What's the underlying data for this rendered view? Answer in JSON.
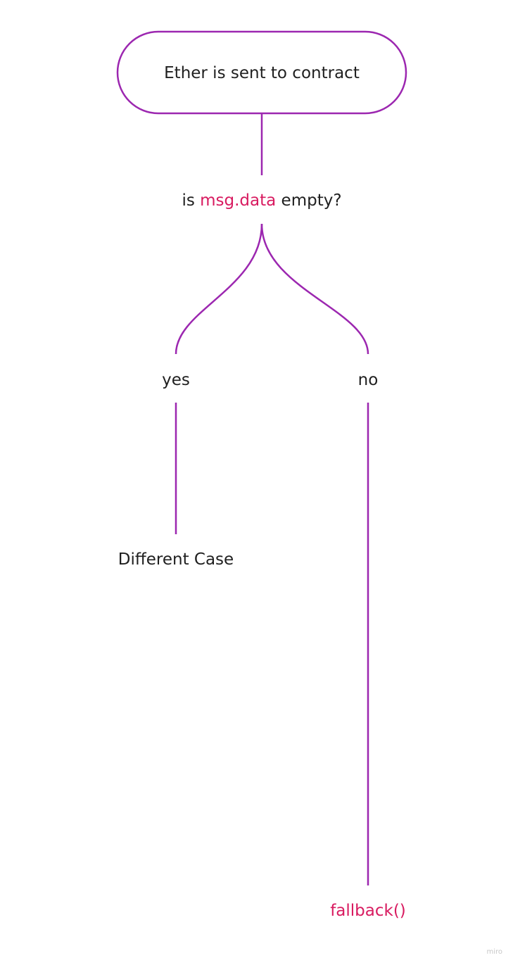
{
  "start_node": {
    "label": "Ether is sent to contract"
  },
  "decision": {
    "prefix": "is ",
    "highlight": "msg.data",
    "suffix": " empty?"
  },
  "branches": {
    "yes_label": "yes",
    "no_label": "no"
  },
  "outcomes": {
    "yes_result": "Different Case",
    "no_result": "fallback()"
  },
  "watermark": "miro",
  "colors": {
    "line": "#9c27b0",
    "highlight_text": "#d81b60",
    "text": "#1f1f1f"
  }
}
